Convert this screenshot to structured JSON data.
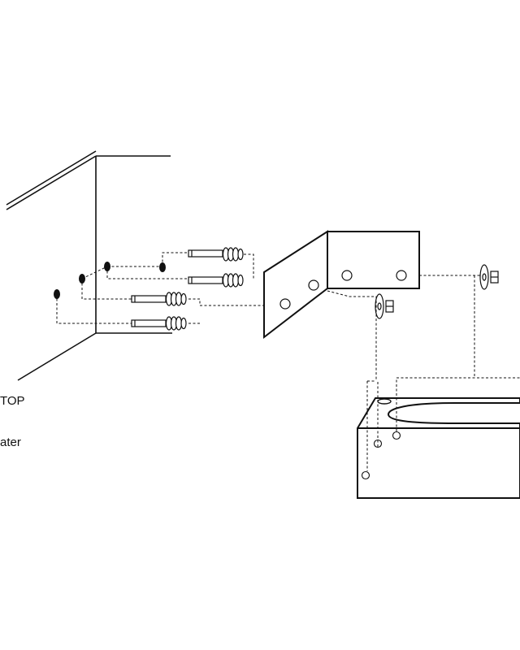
{
  "diagram": {
    "labels": {
      "top": "TOP",
      "water": "ater"
    },
    "colors": {
      "stroke": "#111111",
      "background": "#ffffff"
    },
    "parts": [
      "wall",
      "wall-plugs",
      "anchor-bolts",
      "l-bracket",
      "washer-nut",
      "basin"
    ]
  }
}
